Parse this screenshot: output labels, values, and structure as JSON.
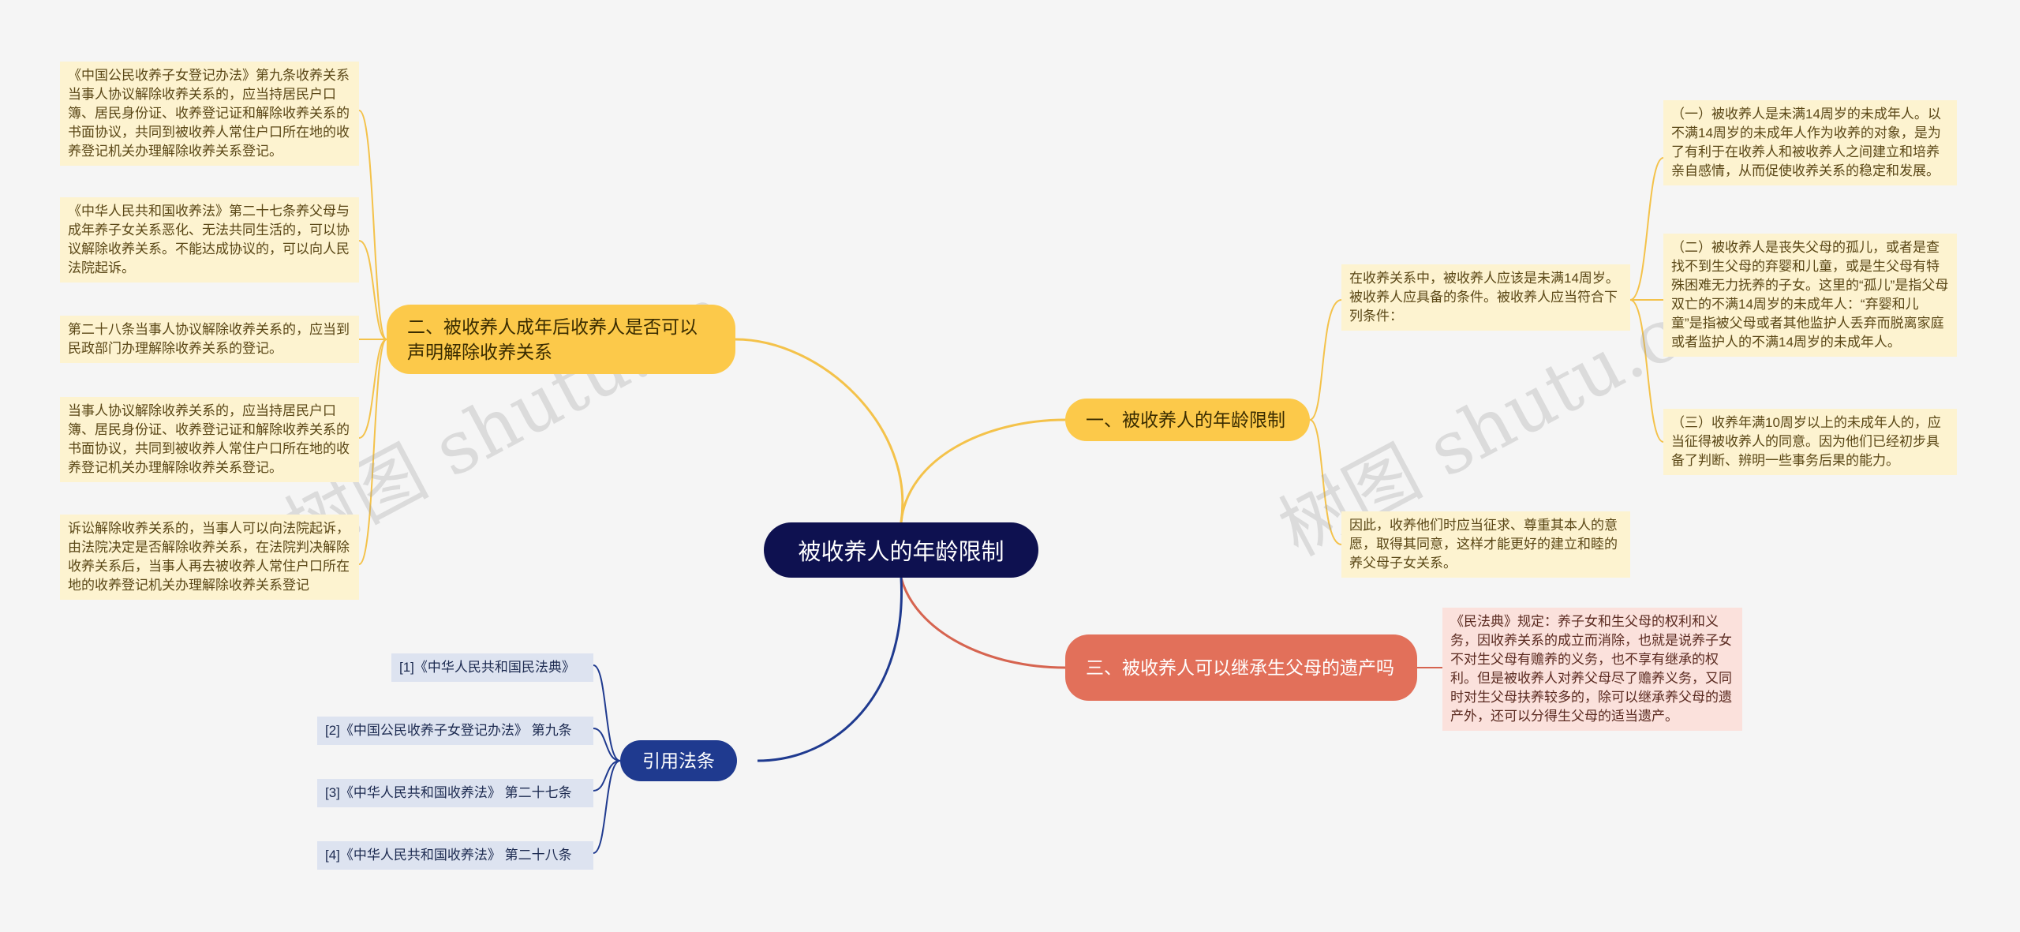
{
  "center": {
    "title": "被收养人的年龄限制"
  },
  "branches": {
    "b1": {
      "label": "一、被收养人的年龄限制"
    },
    "b2": {
      "label": "二、被收养人成年后收养人是否可以声明解除收养关系"
    },
    "b3": {
      "label": "三、被收养人可以继承生父母的遗产吗"
    },
    "b4": {
      "label": "引用法条"
    }
  },
  "b1_children": {
    "intro": "在收养关系中，被收养人应该是未满14周岁。被收养人应具备的条件。被收养人应当符合下列条件：",
    "cond1": "（一）被收养人是未满14周岁的未成年人。以不满14周岁的未成年人作为收养的对象，是为了有利于在收养人和被收养人之间建立和培养亲自感情，从而促使收养关系的稳定和发展。",
    "cond2": "（二）被收养人是丧失父母的孤儿，或者是查找不到生父母的弃婴和儿童，或是生父母有特殊困难无力抚养的子女。这里的“孤儿”是指父母双亡的不满14周岁的未成年人：“弃婴和儿童”是指被父母或者其他监护人丢弃而脱离家庭或者监护人的不满14周岁的未成年人。",
    "cond3": "（三）收养年满10周岁以上的未成年人的，应当征得被收养人的同意。因为他们已经初步具备了判断、辨明一些事务后果的能力。",
    "conclusion": "因此，收养他们时应当征求、尊重其本人的意愿，取得其同意，这样才能更好的建立和睦的养父母子女关系。"
  },
  "b2_children": [
    "《中国公民收养子女登记办法》第九条收养关系当事人协议解除收养关系的，应当持居民户口簿、居民身份证、收养登记证和解除收养关系的书面协议，共同到被收养人常住户口所在地的收养登记机关办理解除收养关系登记。",
    "《中华人民共和国收养法》第二十七条养父母与成年养子女关系恶化、无法共同生活的，可以协议解除收养关系。不能达成协议的，可以向人民法院起诉。",
    " 第二十八条当事人协议解除收养关系的，应当到民政部门办理解除收养关系的登记。",
    " 当事人协议解除收养关系的，应当持居民户口簿、居民身份证、收养登记证和解除收养关系的书面协议，共同到被收养人常住户口所在地的收养登记机关办理解除收养关系登记。",
    " 诉讼解除收养关系的，当事人可以向法院起诉，由法院决定是否解除收养关系，在法院判决解除收养关系后，当事人再去被收养人常住户口所在地的收养登记机关办理解除收养关系登记"
  ],
  "b3_children": {
    "text": "《民法典》规定：养子女和生父母的权利和义务，因收养关系的成立而消除，也就是说养子女不对生父母有赡养的义务，也不享有继承的权利。但是被收养人对养父母尽了赡养义务，又同时对生父母扶养较多的，除可以继承养父母的遗产外，还可以分得生父母的适当遗产。"
  },
  "b4_children": [
    "[1]《中华人民共和国民法典》",
    "[2]《中国公民收养子女登记办法》 第九条",
    "[3]《中华人民共和国收养法》 第二十七条",
    "[4]《中华人民共和国收养法》 第二十八条"
  ],
  "watermarks": [
    "树图 shutu.cn",
    "树图 shutu.cn"
  ],
  "colors": {
    "background": "#f5f5f5",
    "center": "#0e1150",
    "yellow_branch": "#fcc94a",
    "red_branch": "#e2705a",
    "blue_branch": "#1f3a8f",
    "yellow_leaf": "#fdf3d0",
    "red_leaf": "#fbe1dc",
    "blue_leaf": "#dde3f0"
  }
}
